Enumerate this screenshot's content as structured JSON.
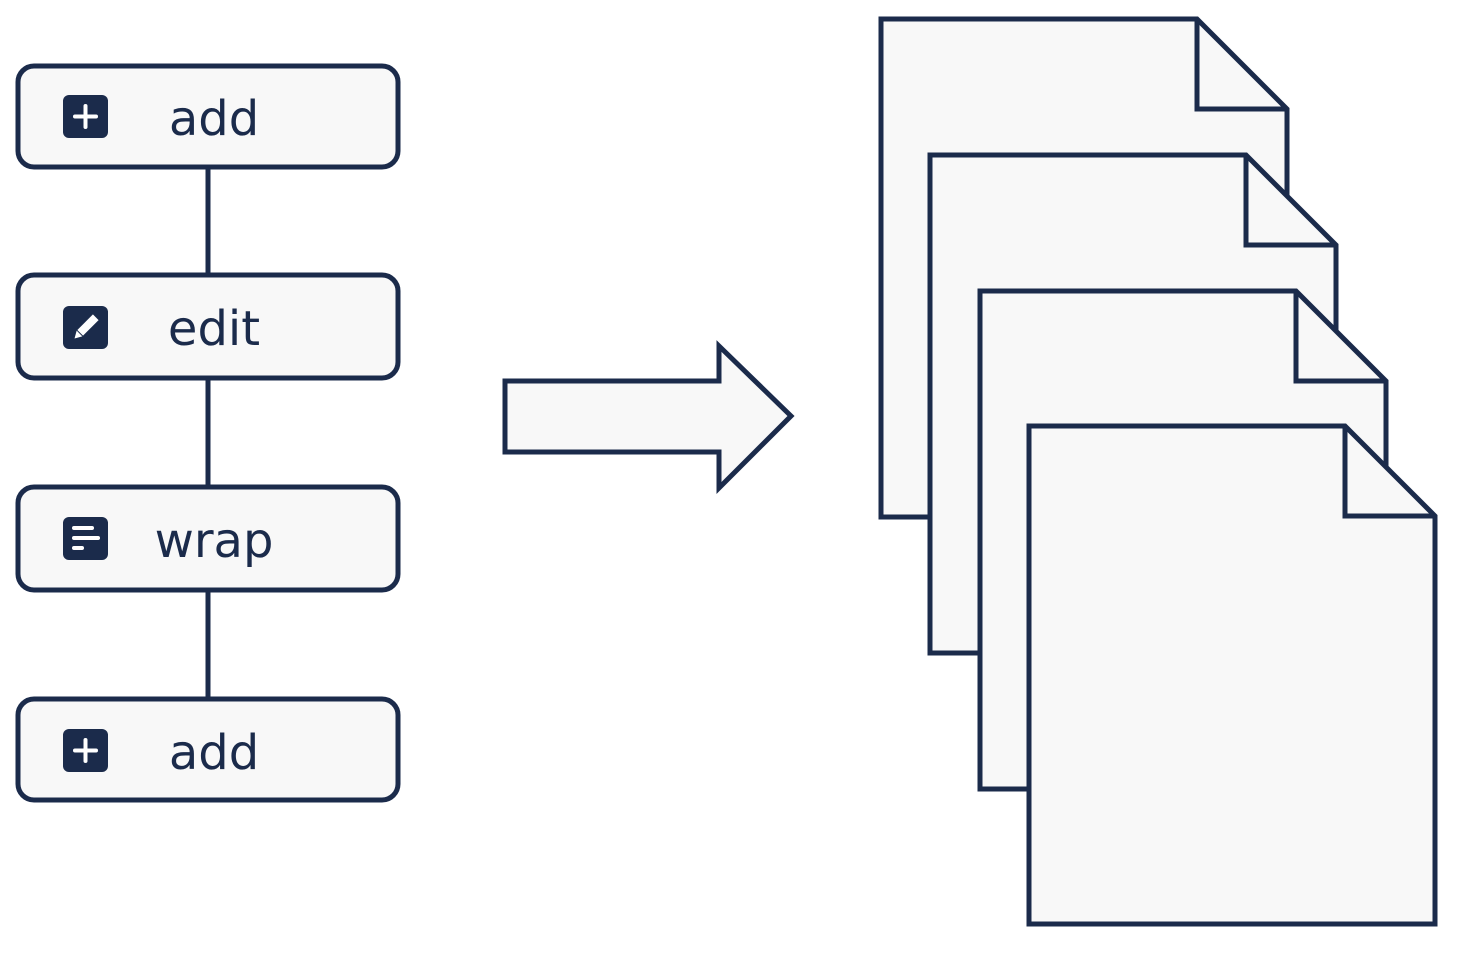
{
  "colors": {
    "stroke": "#1b2b4b",
    "fill": "#f8f8f8",
    "icon_bg": "#1b2b4b",
    "icon_fg": "#ffffff"
  },
  "pipeline": {
    "steps": [
      {
        "label": "add",
        "icon": "plus-square-icon"
      },
      {
        "label": "edit",
        "icon": "pencil-square-icon"
      },
      {
        "label": "wrap",
        "icon": "wrap-text-square-icon"
      },
      {
        "label": "add",
        "icon": "plus-square-icon"
      }
    ]
  },
  "arrow": {
    "icon": "right-arrow-icon"
  },
  "documents": {
    "count": 4,
    "icon": "document-page-icon"
  }
}
